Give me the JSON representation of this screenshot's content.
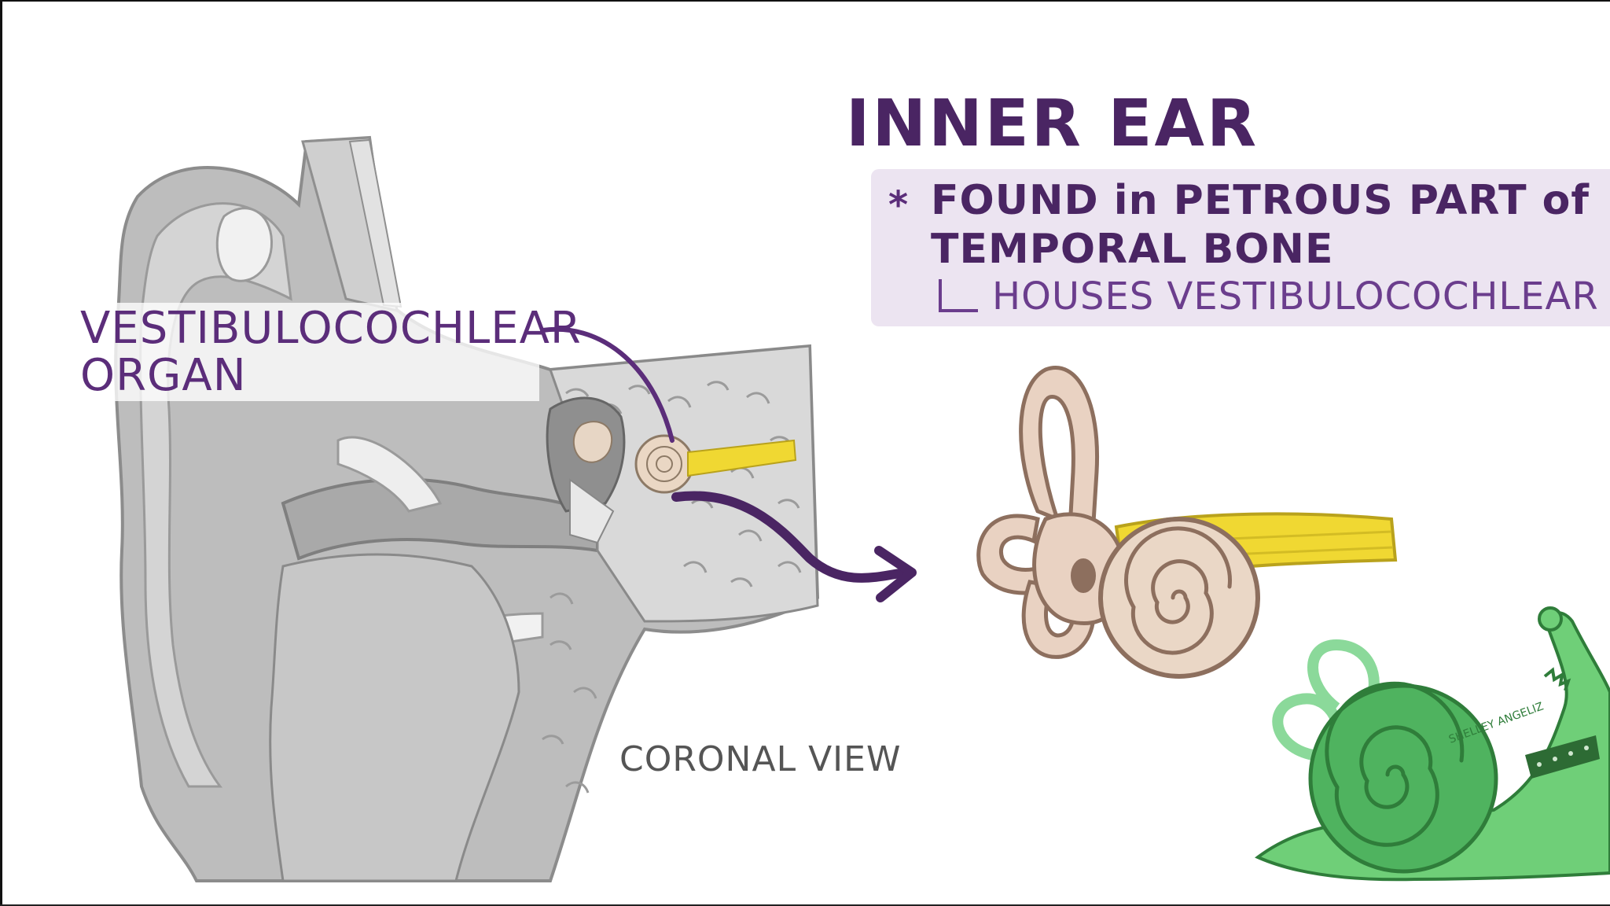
{
  "header": {
    "title": "INNER EAR"
  },
  "note": {
    "bullet": "*",
    "line1": "FOUND in PETROUS PART of",
    "line2": "TEMPORAL BONE",
    "sub": "HOUSES VESTIBULOCOCHLEAR ORG"
  },
  "diagram": {
    "organ_label": "VESTIBULOCOCHLEAR\nORGAN",
    "view_label": "CORONAL VIEW"
  },
  "mascot": {
    "shell_text": "SHELLEY ANGELIZ"
  },
  "colors": {
    "title_purple": "#4a2563",
    "note_bg": "#ece4f1",
    "nerve_yellow": "#f0d832",
    "bone_beige": "#e9d2c2",
    "snail_green": "#5fbf6a",
    "arrow_purple": "#5b2d7a"
  }
}
